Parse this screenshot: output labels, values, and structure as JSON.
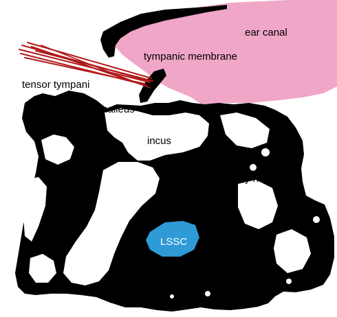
{
  "labels": {
    "ear_canal": "ear canal",
    "tympanic_membrane": "tympanic membrane",
    "tensor_tympani": "tensor tympani",
    "malleus": "malleus",
    "incus": "incus",
    "bony_ridge": "bony ridge",
    "lssc": "LSSC"
  },
  "colors": {
    "bone": "#000000",
    "ear_canal": "#f0a6c6",
    "lssc": "#2e9ad6",
    "tensor_tympani": "#b01818",
    "label_on_white": "#000000",
    "label_on_color": "#000000",
    "label_on_bone": "#ffffff"
  }
}
